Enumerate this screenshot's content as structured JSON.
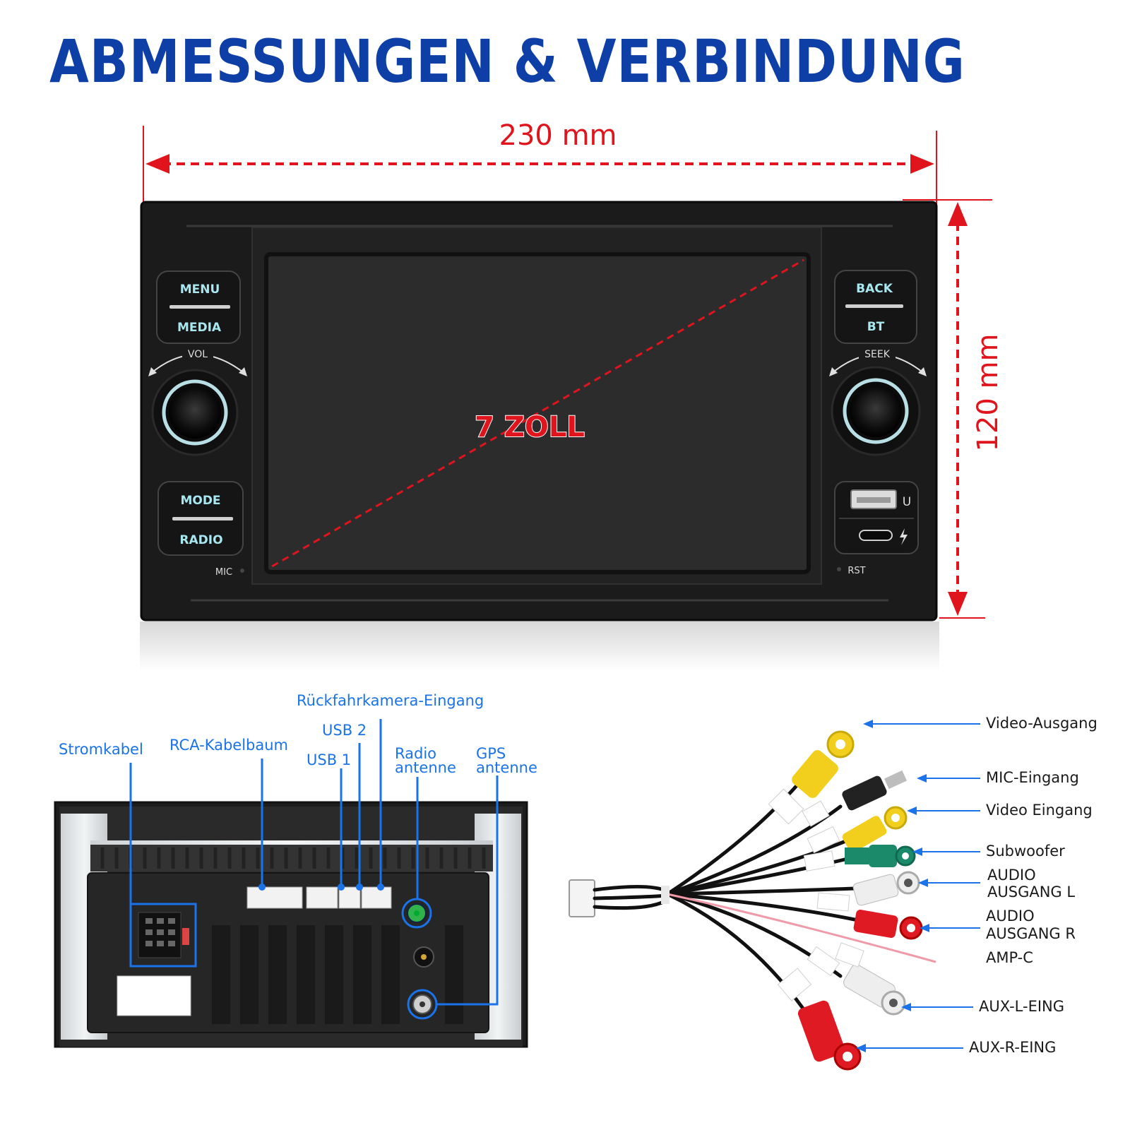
{
  "title": "ABMESSUNGEN & VERBINDUNG",
  "dimensions": {
    "width": "230 mm",
    "height": "120 mm",
    "screen": "7 ZOLL"
  },
  "front_panel": {
    "left_buttons": [
      "MENU",
      "MEDIA",
      "MODE",
      "RADIO"
    ],
    "right_buttons": [
      "BACK",
      "BT"
    ],
    "vol_label": "VOL",
    "seek_label": "SEEK",
    "mic_label": "MIC",
    "rst_label": "RST",
    "usb_label": "U"
  },
  "rear_labels": {
    "power": "Stromkabel",
    "rca": "RCA-Kabelbaum",
    "usb1": "USB 1",
    "usb2": "USB 2",
    "camera": "Rückfahrkamera-Eingang",
    "radio_line1": "Radio",
    "radio_line2": "antenne",
    "gps_line1": "GPS",
    "gps_line2": "antenne"
  },
  "cable_labels": {
    "video_out": "Video-Ausgang",
    "mic_in": "MIC-Eingang",
    "video_in": "Video Eingang",
    "subwoofer": "Subwoofer",
    "audio_l_line1": "AUDIO",
    "audio_l_line2": "AUSGANG L",
    "audio_r_line1": "AUDIO",
    "audio_r_line2": "AUSGANG R",
    "amp": "AMP-C",
    "aux_l": "AUX-L-EING",
    "aux_r": "AUX-R-EING"
  },
  "colors": {
    "title": "#0d3fa6",
    "dimension": "#e0141c",
    "callout": "#1a73e8",
    "label": "#1a1a1a"
  }
}
